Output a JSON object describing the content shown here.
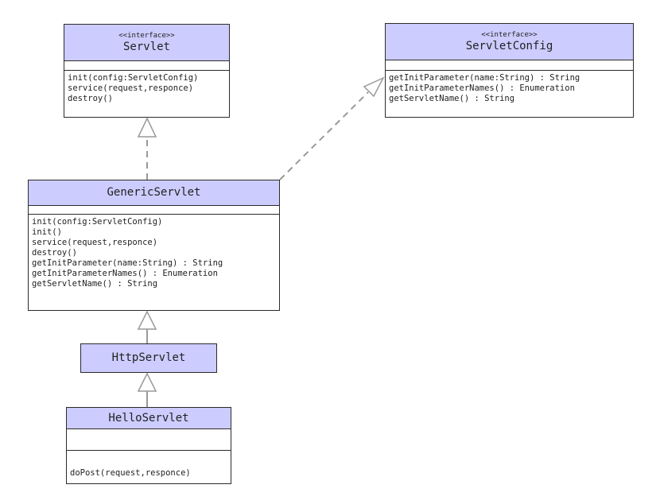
{
  "classes": {
    "servlet": {
      "stereotype": "<<interface>>",
      "name": "Servlet",
      "operations": [
        "init(config:ServletConfig)",
        "service(request,responce)",
        "destroy()"
      ]
    },
    "servlet_config": {
      "stereotype": "<<interface>>",
      "name": "ServletConfig",
      "operations": [
        "getInitParameter(name:String) : String",
        "getInitParameterNames() : Enumeration",
        "getServletName() : String"
      ]
    },
    "generic_servlet": {
      "name": "GenericServlet",
      "operations": [
        "init(config:ServletConfig)",
        "init()",
        "service(request,responce)",
        "destroy()",
        "getInitParameter(name:String) : String",
        "getInitParameterNames() : Enumeration",
        "getServletName() : String"
      ]
    },
    "http_servlet": {
      "name": "HttpServlet"
    },
    "hello_servlet": {
      "name": "HelloServlet",
      "operations": [
        "doPost(request,responce)"
      ]
    }
  },
  "colors": {
    "header_fill": "#ccccff",
    "border": "#2b2b2b",
    "arrow": "#999999"
  }
}
